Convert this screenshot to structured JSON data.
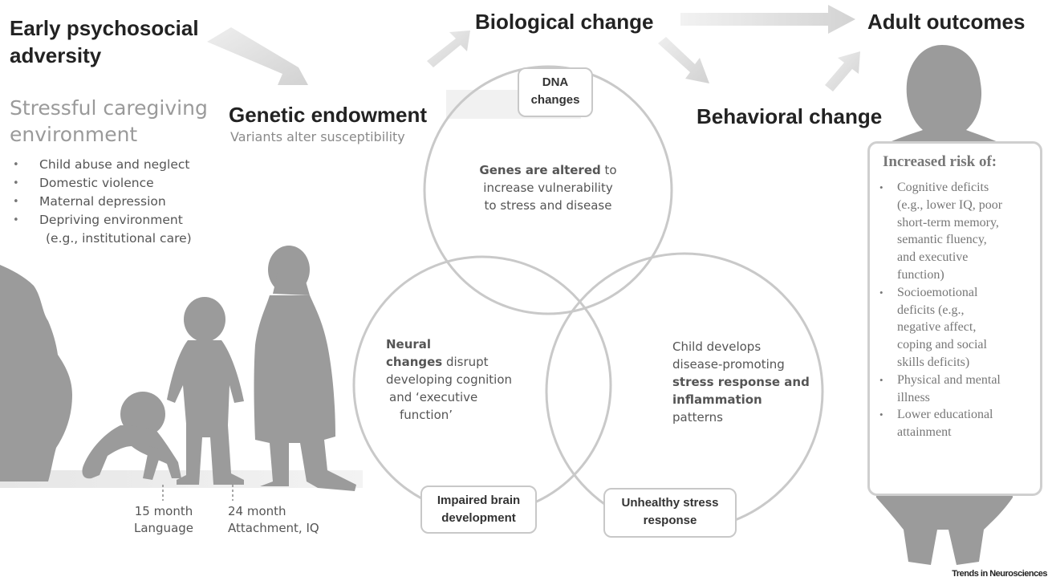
{
  "headings": {
    "early_adversity": [
      "Early psychosocial",
      "adversity"
    ],
    "biological_change": "Biological change",
    "adult_outcomes": "Adult outcomes",
    "genetic_endowment": "Genetic endowment",
    "genetic_sub": "Variants alter susceptibility",
    "behavioral_change": "Behavioral change"
  },
  "caregiving": {
    "title": [
      "Stressful caregiving",
      "environment"
    ],
    "items": [
      "Child abuse and neglect",
      "Domestic violence",
      "Maternal depression",
      "Depriving environment"
    ],
    "cont": "(e.g., institutional care)"
  },
  "dna_box": [
    "DNA",
    "changes"
  ],
  "dna_circle": {
    "bold": "Genes are altered",
    "rest1": " to",
    "line2": "increase vulnerability",
    "line3": "to stress and disease"
  },
  "neural_circle": {
    "bold1": "Neural",
    "bold2": "changes",
    "rest2": " disrupt",
    "line3": "developing cognition",
    "line4": "and ‘executive",
    "line5": "function’"
  },
  "stress_circle": {
    "line1": "Child develops",
    "line2": "disease-promoting",
    "bold3": "stress response and",
    "bold4": "inflammation",
    "line5": "patterns"
  },
  "brain_box": [
    "Impaired brain",
    "development"
  ],
  "stress_box": [
    "Unhealthy stress",
    "response"
  ],
  "timeline": {
    "t1": [
      "15 month",
      "Language"
    ],
    "t2": [
      "24 month",
      "Attachment, IQ"
    ]
  },
  "risk": {
    "title": "Increased risk of:",
    "items": [
      [
        "Cognitive deficits",
        "(e.g., lower IQ, poor",
        "short-term memory,",
        "semantic fluency,",
        "and executive",
        "function)"
      ],
      [
        "Socioemotional",
        "deficits (e.g.,",
        "negative affect,",
        "coping and social",
        "skills deficits)"
      ],
      [
        "Physical and mental",
        "illness"
      ],
      [
        "Lower educational",
        "attainment"
      ]
    ]
  },
  "footer": "Trends in Neurosciences",
  "colors": {
    "silhouette": "#9b9b9b",
    "arrow": "#d6d6d6",
    "circle_stroke": "#c9c9c9",
    "heading": "#222222"
  }
}
